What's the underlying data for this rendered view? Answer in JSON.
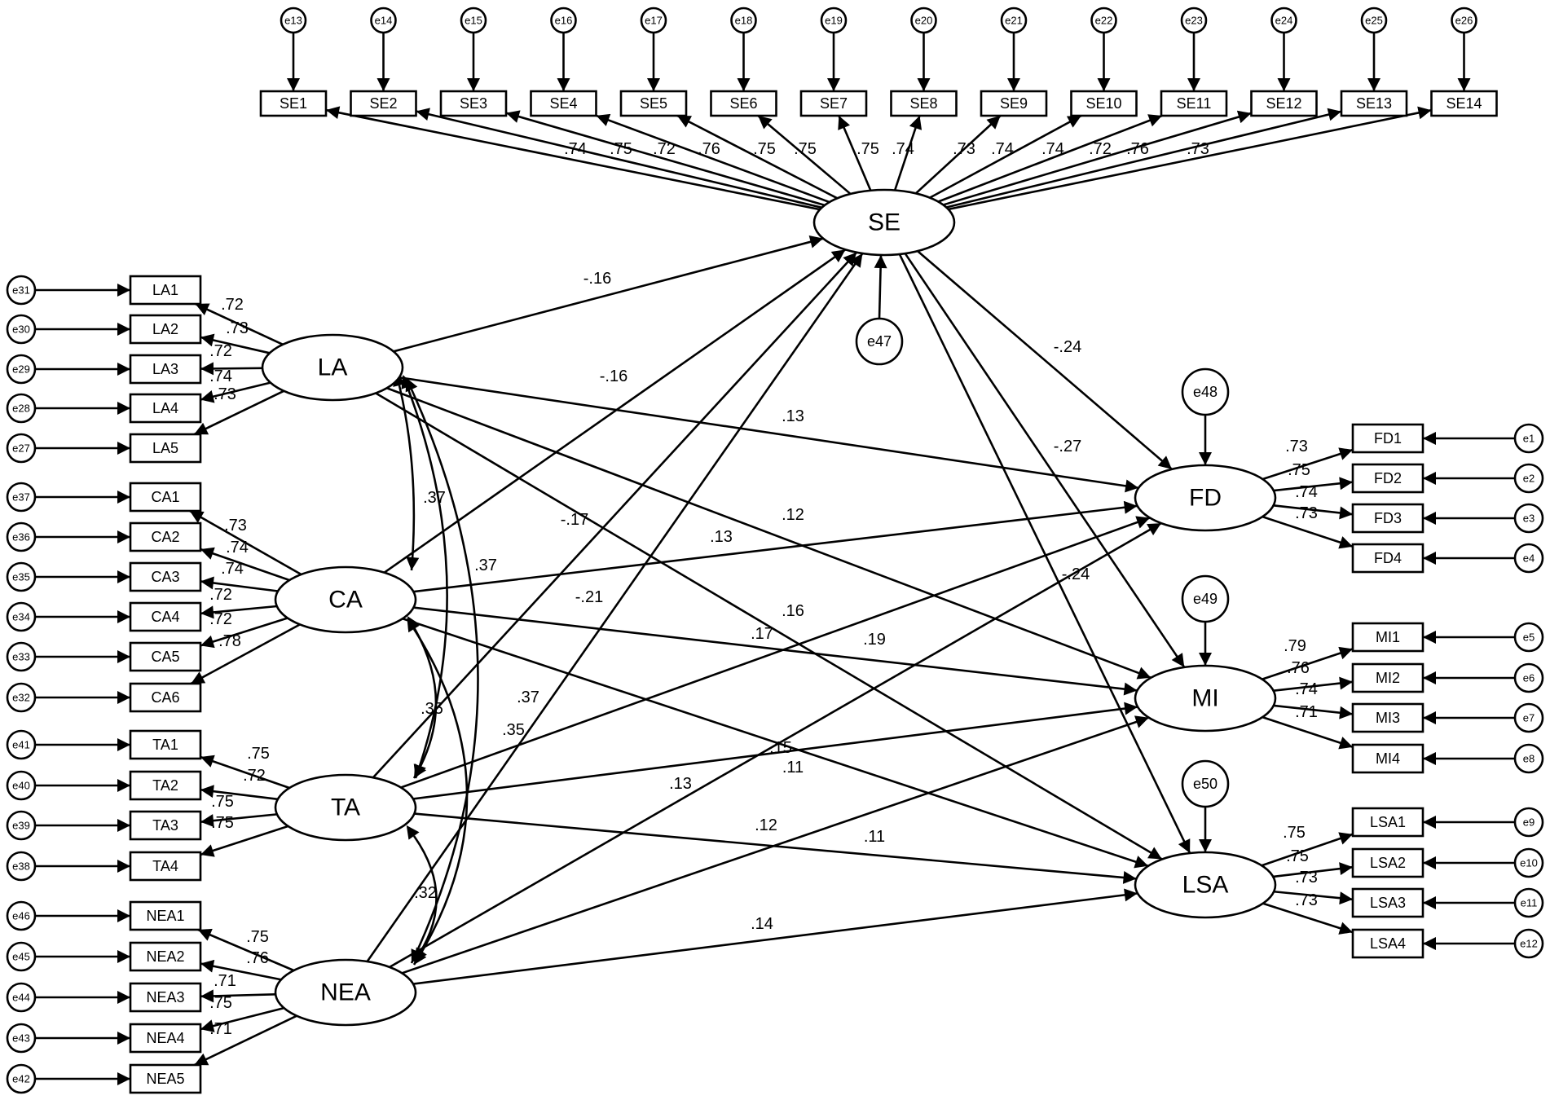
{
  "latents": {
    "SE": "SE",
    "LA": "LA",
    "CA": "CA",
    "TA": "TA",
    "NEA": "NEA",
    "FD": "FD",
    "MI": "MI",
    "LSA": "LSA"
  },
  "structural_errors": {
    "e47": "e47",
    "e48": "e48",
    "e49": "e49",
    "e50": "e50"
  },
  "se_items": [
    {
      "label": "SE1",
      "error": "e13",
      "loading": ".74"
    },
    {
      "label": "SE2",
      "error": "e14",
      "loading": ".75"
    },
    {
      "label": "SE3",
      "error": "e15",
      "loading": ".72"
    },
    {
      "label": "SE4",
      "error": "e16",
      "loading": ".76"
    },
    {
      "label": "SE5",
      "error": "e17",
      "loading": ".75"
    },
    {
      "label": "SE6",
      "error": "e18",
      "loading": ".75"
    },
    {
      "label": "SE7",
      "error": "e19",
      "loading": ".75"
    },
    {
      "label": "SE8",
      "error": "e20",
      "loading": ".74"
    },
    {
      "label": "SE9",
      "error": "e21",
      "loading": ".73"
    },
    {
      "label": "SE10",
      "error": "e22",
      "loading": ".74"
    },
    {
      "label": "SE11",
      "error": "e23",
      "loading": ".74"
    },
    {
      "label": "SE12",
      "error": "e24",
      "loading": ".72"
    },
    {
      "label": "SE13",
      "error": "e25",
      "loading": ".76"
    },
    {
      "label": "SE14",
      "error": "e26",
      "loading": ".73"
    }
  ],
  "left_indicators": {
    "LA": [
      {
        "label": "LA1",
        "error": "e31",
        "loading": ".72"
      },
      {
        "label": "LA2",
        "error": "e30",
        "loading": ".73"
      },
      {
        "label": "LA3",
        "error": "e29",
        "loading": ".72"
      },
      {
        "label": "LA4",
        "error": "e28",
        "loading": ".74"
      },
      {
        "label": "LA5",
        "error": "e27",
        "loading": ".73"
      }
    ],
    "CA": [
      {
        "label": "CA1",
        "error": "e37",
        "loading": ".73"
      },
      {
        "label": "CA2",
        "error": "e36",
        "loading": ".74"
      },
      {
        "label": "CA3",
        "error": "e35",
        "loading": ".74"
      },
      {
        "label": "CA4",
        "error": "e34",
        "loading": ".72"
      },
      {
        "label": "CA5",
        "error": "e33",
        "loading": ".72"
      },
      {
        "label": "CA6",
        "error": "e32",
        "loading": ".78"
      }
    ],
    "TA": [
      {
        "label": "TA1",
        "error": "e41",
        "loading": ".75"
      },
      {
        "label": "TA2",
        "error": "e40",
        "loading": ".72"
      },
      {
        "label": "TA3",
        "error": "e39",
        "loading": ".75"
      },
      {
        "label": "TA4",
        "error": "e38",
        "loading": ".75"
      }
    ],
    "NEA": [
      {
        "label": "NEA1",
        "error": "e46",
        "loading": ".75"
      },
      {
        "label": "NEA2",
        "error": "e45",
        "loading": ".76"
      },
      {
        "label": "NEA3",
        "error": "e44",
        "loading": ".71"
      },
      {
        "label": "NEA4",
        "error": "e43",
        "loading": ".75"
      },
      {
        "label": "NEA5",
        "error": "e42",
        "loading": ".71"
      }
    ]
  },
  "right_indicators": {
    "FD": [
      {
        "label": "FD1",
        "error": "e1",
        "loading": ".73"
      },
      {
        "label": "FD2",
        "error": "e2",
        "loading": ".75"
      },
      {
        "label": "FD3",
        "error": "e3",
        "loading": ".74"
      },
      {
        "label": "FD4",
        "error": "e4",
        "loading": ".73"
      }
    ],
    "MI": [
      {
        "label": "MI1",
        "error": "e5",
        "loading": ".79"
      },
      {
        "label": "MI2",
        "error": "e6",
        "loading": ".76"
      },
      {
        "label": "MI3",
        "error": "e7",
        "loading": ".74"
      },
      {
        "label": "MI4",
        "error": "e8",
        "loading": ".71"
      }
    ],
    "LSA": [
      {
        "label": "LSA1",
        "error": "e9",
        "loading": ".75"
      },
      {
        "label": "LSA2",
        "error": "e10",
        "loading": ".75"
      },
      {
        "label": "LSA3",
        "error": "e11",
        "loading": ".73"
      },
      {
        "label": "LSA4",
        "error": "e12",
        "loading": ".73"
      }
    ]
  },
  "paths": [
    {
      "from": "LA",
      "to": "SE",
      "coef": "-.16"
    },
    {
      "from": "LA",
      "to": "FD",
      "coef": ".13"
    },
    {
      "from": "LA",
      "to": "MI",
      "coef": ".12"
    },
    {
      "from": "LA",
      "to": "LSA",
      "coef": ".16"
    },
    {
      "from": "CA",
      "to": "SE",
      "coef": "-.16"
    },
    {
      "from": "CA",
      "to": "FD",
      "coef": ".13"
    },
    {
      "from": "CA",
      "to": "MI",
      "coef": ".19"
    },
    {
      "from": "CA",
      "to": "LSA",
      "coef": ".15"
    },
    {
      "from": "TA",
      "to": "SE",
      "coef": "-.17"
    },
    {
      "from": "TA",
      "to": "FD",
      "coef": ".17"
    },
    {
      "from": "TA",
      "to": "MI",
      "coef": ".11"
    },
    {
      "from": "TA",
      "to": "LSA",
      "coef": ".11"
    },
    {
      "from": "NEA",
      "to": "SE",
      "coef": "-.21"
    },
    {
      "from": "NEA",
      "to": "FD",
      "coef": ".13"
    },
    {
      "from": "NEA",
      "to": "MI",
      "coef": ".12"
    },
    {
      "from": "NEA",
      "to": "LSA",
      "coef": ".14"
    },
    {
      "from": "SE",
      "to": "FD",
      "coef": "-.24"
    },
    {
      "from": "SE",
      "to": "MI",
      "coef": "-.27"
    },
    {
      "from": "SE",
      "to": "LSA",
      "coef": "-.24"
    }
  ],
  "correlations": [
    {
      "a": "LA",
      "b": "CA",
      "coef": ".37"
    },
    {
      "a": "LA",
      "b": "TA",
      "coef": ".37"
    },
    {
      "a": "LA",
      "b": "NEA",
      "coef": ".37"
    },
    {
      "a": "CA",
      "b": "TA",
      "coef": ".35"
    },
    {
      "a": "CA",
      "b": "NEA",
      "coef": ".35"
    },
    {
      "a": "TA",
      "b": "NEA",
      "coef": ".32"
    }
  ]
}
